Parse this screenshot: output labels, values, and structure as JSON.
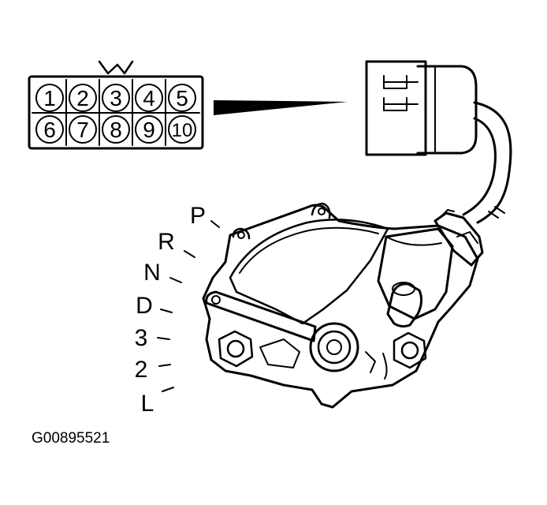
{
  "connector": {
    "pins": [
      "1",
      "2",
      "3",
      "4",
      "5",
      "6",
      "7",
      "8",
      "9",
      "10"
    ]
  },
  "shift_positions": [
    "P",
    "R",
    "N",
    "D",
    "3",
    "2",
    "L"
  ],
  "figure_code": "G00895521"
}
